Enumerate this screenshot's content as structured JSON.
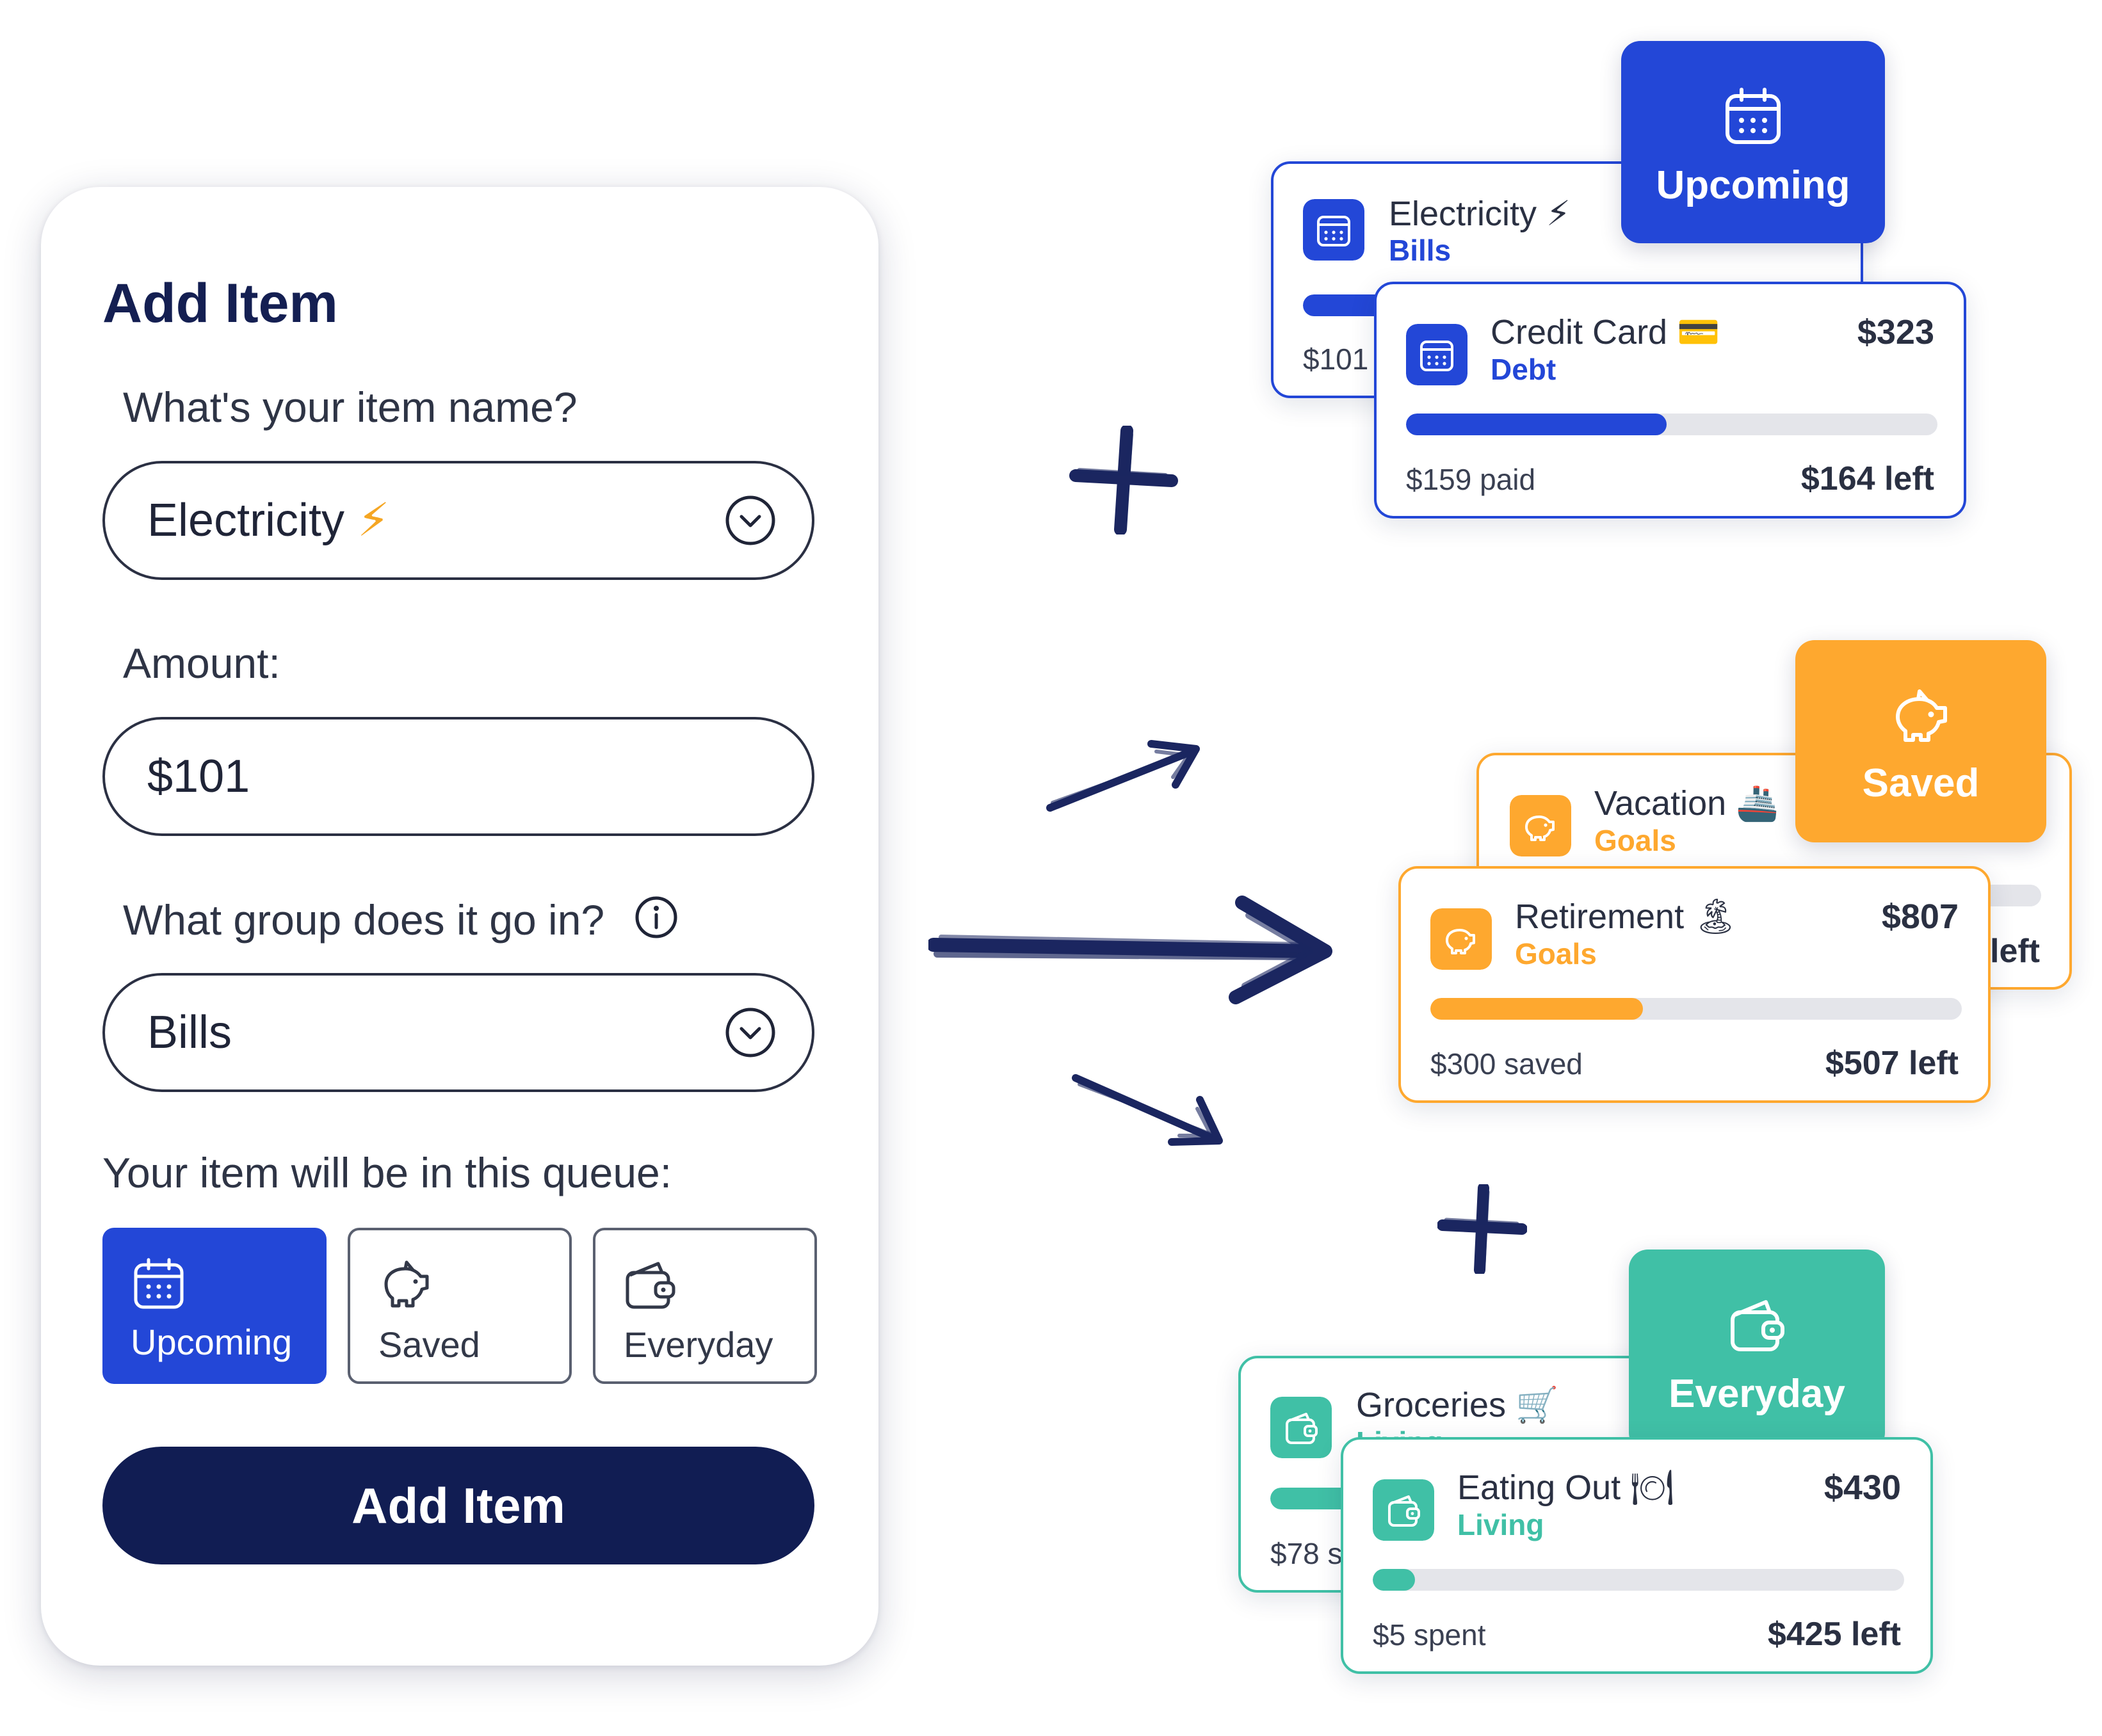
{
  "form": {
    "title": "Add Item",
    "name_label": "What's your item name?",
    "name_value": "Electricity",
    "name_emoji": "⚡",
    "amount_label": "Amount:",
    "amount_value": "$101",
    "group_label": "What group does it go in?",
    "group_value": "Bills",
    "queue_label": "Your item will be in this queue:",
    "queues": [
      {
        "label": "Upcoming",
        "icon": "calendar-icon",
        "selected": true
      },
      {
        "label": "Saved",
        "icon": "piggy-bank-icon",
        "selected": false
      },
      {
        "label": "Everyday",
        "icon": "wallet-icon",
        "selected": false
      }
    ],
    "submit_label": "Add Item"
  },
  "colors": {
    "navy": "#111d53",
    "upcoming": "#2347d7",
    "saved": "#fea82f",
    "everyday": "#40c0a6"
  },
  "queues": {
    "upcoming": {
      "badge": "Upcoming",
      "back_card": {
        "title": "Electricity ⚡",
        "category": "Bills",
        "footer_left": "$101"
      },
      "front_card": {
        "title": "Credit Card 💳",
        "category": "Debt",
        "amount": "$323",
        "progress": 0.49,
        "footer_left": "$159 paid",
        "footer_right": "$164 left"
      }
    },
    "saved": {
      "badge": "Saved",
      "back_card": {
        "title": "Vacation 🚢",
        "category": "Goals",
        "footer_right": "left"
      },
      "front_card": {
        "title": "Retirement 🏝",
        "category": "Goals",
        "amount": "$807",
        "progress": 0.4,
        "footer_left": "$300 saved",
        "footer_right": "$507 left"
      }
    },
    "everyday": {
      "badge": "Everyday",
      "back_card": {
        "title": "Groceries 🛒",
        "category": "Living",
        "footer_left": "$78 s"
      },
      "front_card": {
        "title": "Eating Out 🍽",
        "category": "Living",
        "amount": "$430",
        "progress": 0.08,
        "footer_left": "$5 spent",
        "footer_right": "$425 left"
      }
    }
  }
}
